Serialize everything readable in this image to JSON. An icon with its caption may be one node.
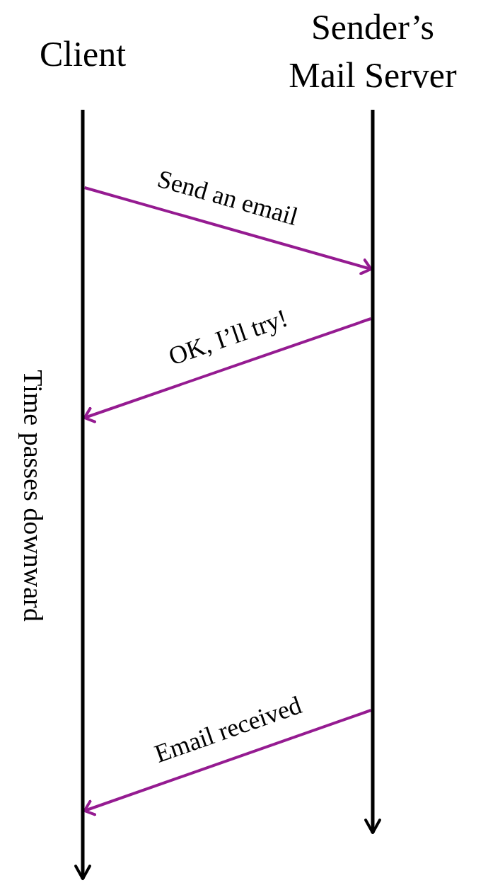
{
  "diagram": {
    "nodes": [
      {
        "text": [
          "Client"
        ]
      },
      {
        "text": [
          "Sender’s Mail Server"
        ]
      },
      {
        "text": [],
        "shape": "line"
      },
      {
        "text": [],
        "shape": "line"
      }
    ],
    "edges": [
      {
        "from": 2,
        "to": 3,
        "arrow": "to",
        "label": "Send an email"
      },
      {
        "from": 3,
        "to": 2,
        "arrow": "to",
        "label": "OK, I’ll try!"
      },
      {
        "from": 3,
        "to": 2,
        "arrow": "to",
        "label": "Email received"
      }
    ],
    "labels": [
      "Time passes downward"
    ]
  }
}
